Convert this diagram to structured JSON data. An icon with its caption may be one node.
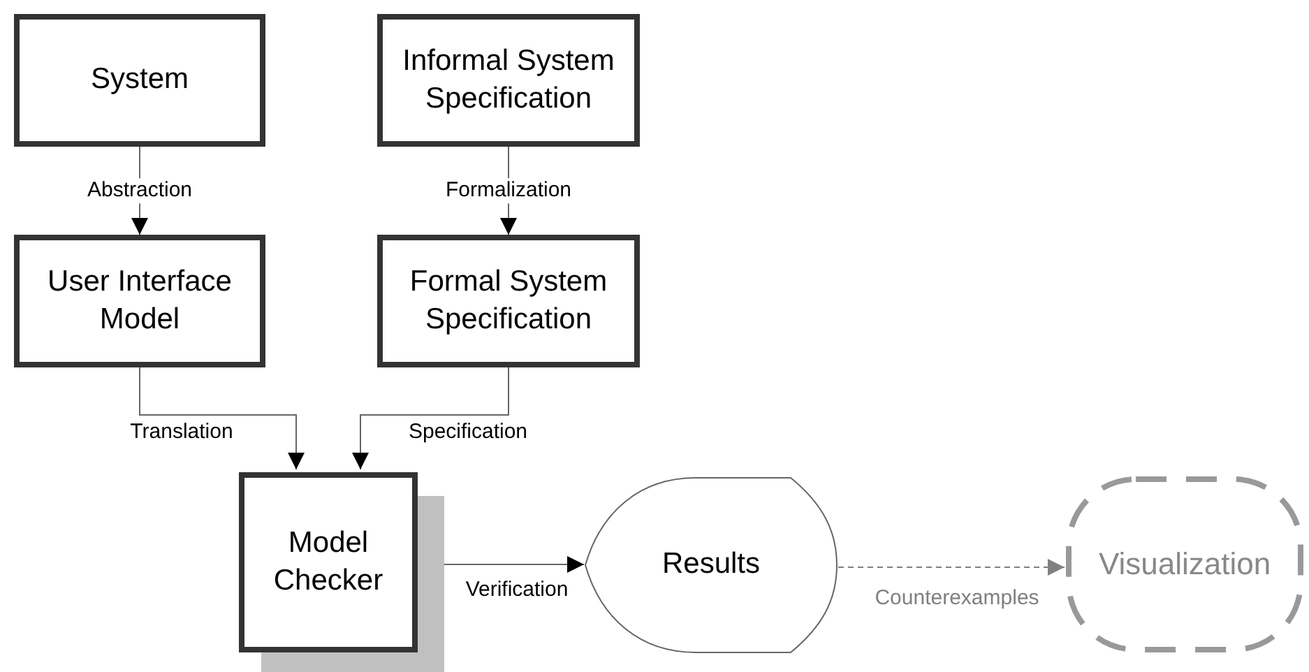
{
  "diagram": {
    "nodes": [
      {
        "text": [
          "System"
        ]
      },
      {
        "text": [
          "Informal System Specification"
        ]
      },
      {
        "text": [
          "User Interface Model"
        ]
      },
      {
        "text": [
          "Formal System Specification"
        ]
      },
      {
        "text": [
          "Model Checker"
        ]
      },
      {
        "text": [
          "Results"
        ]
      },
      {
        "text": [
          "Visualization"
        ]
      }
    ],
    "edges": [
      {
        "from": 0,
        "to": 2,
        "arrow": "to",
        "label": "Abstraction"
      },
      {
        "from": 1,
        "to": 3,
        "arrow": "to",
        "label": "Formalization"
      },
      {
        "from": 2,
        "to": 4,
        "arrow": "to",
        "label": "Translation"
      },
      {
        "from": 3,
        "to": 4,
        "arrow": "to",
        "label": "Specification"
      },
      {
        "from": 4,
        "to": 5,
        "arrow": "to",
        "label": "Verification"
      },
      {
        "from": 5,
        "to": 6,
        "arrow": "to",
        "label": "Counterexamples",
        "style": "dashed",
        "color": "#808080"
      }
    ]
  }
}
